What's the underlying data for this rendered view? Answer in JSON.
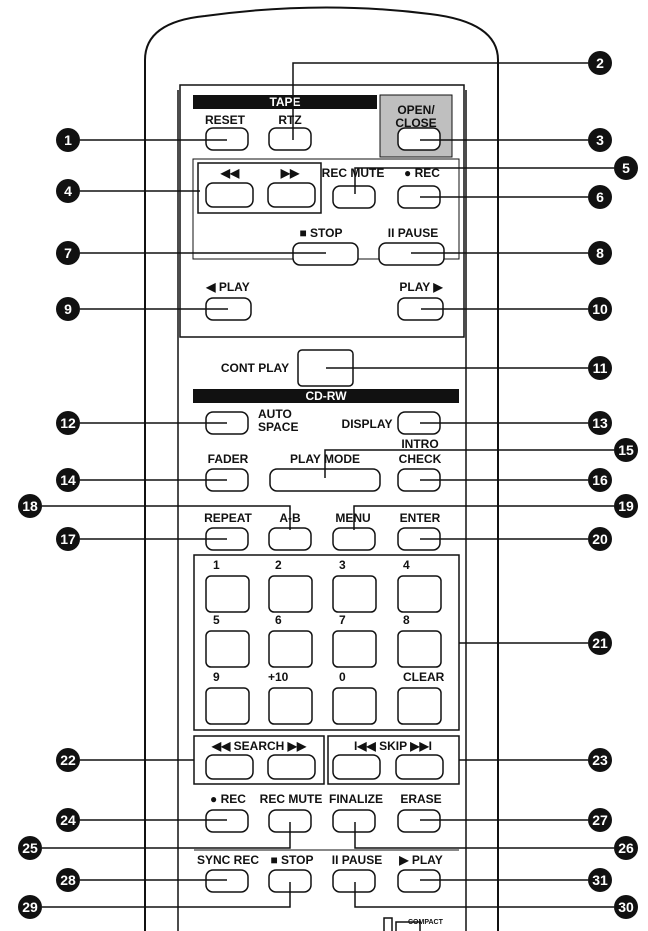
{
  "headers": {
    "tape": "TAPE",
    "cdrw": "CD-RW"
  },
  "labels": {
    "reset": "RESET",
    "rtz": "RTZ",
    "open_close_1": "OPEN/",
    "open_close_2": "CLOSE",
    "rewind": "◀◀",
    "ffwd": "▶▶",
    "rec_mute_tape": "REC MUTE",
    "rec_tape": "● REC",
    "stop_tape": "■ STOP",
    "pause_tape": "II PAUSE",
    "play_rev": "◀ PLAY",
    "play_fwd": "PLAY ▶",
    "cont_play": "CONT PLAY",
    "auto_space_1": "AUTO",
    "auto_space_2": "SPACE",
    "display": "DISPLAY",
    "intro": "INTRO",
    "fader": "FADER",
    "play_mode": "PLAY MODE",
    "check": "CHECK",
    "repeat": "REPEAT",
    "ab": "A-B",
    "menu": "MENU",
    "enter": "ENTER",
    "k1": "1",
    "k2": "2",
    "k3": "3",
    "k4": "4",
    "k5": "5",
    "k6": "6",
    "k7": "7",
    "k8": "8",
    "k9": "9",
    "k10": "+10",
    "k0": "0",
    "clear": "CLEAR",
    "search": "◀◀  SEARCH  ▶▶",
    "skip": "I◀◀   SKIP   ▶▶I",
    "rec_cd": "● REC",
    "rec_mute_cd": "REC MUTE",
    "finalize": "FINALIZE",
    "erase": "ERASE",
    "sync_rec": "SYNC REC",
    "stop_cd": "■ STOP",
    "pause_cd": "II PAUSE",
    "play_cd": "▶ PLAY",
    "logo": "COMPACT"
  },
  "callouts": [
    "1",
    "2",
    "3",
    "4",
    "5",
    "6",
    "7",
    "8",
    "9",
    "10",
    "11",
    "12",
    "13",
    "14",
    "15",
    "16",
    "17",
    "18",
    "19",
    "20",
    "21",
    "22",
    "23",
    "24",
    "25",
    "26",
    "27",
    "28",
    "29",
    "30",
    "31"
  ]
}
